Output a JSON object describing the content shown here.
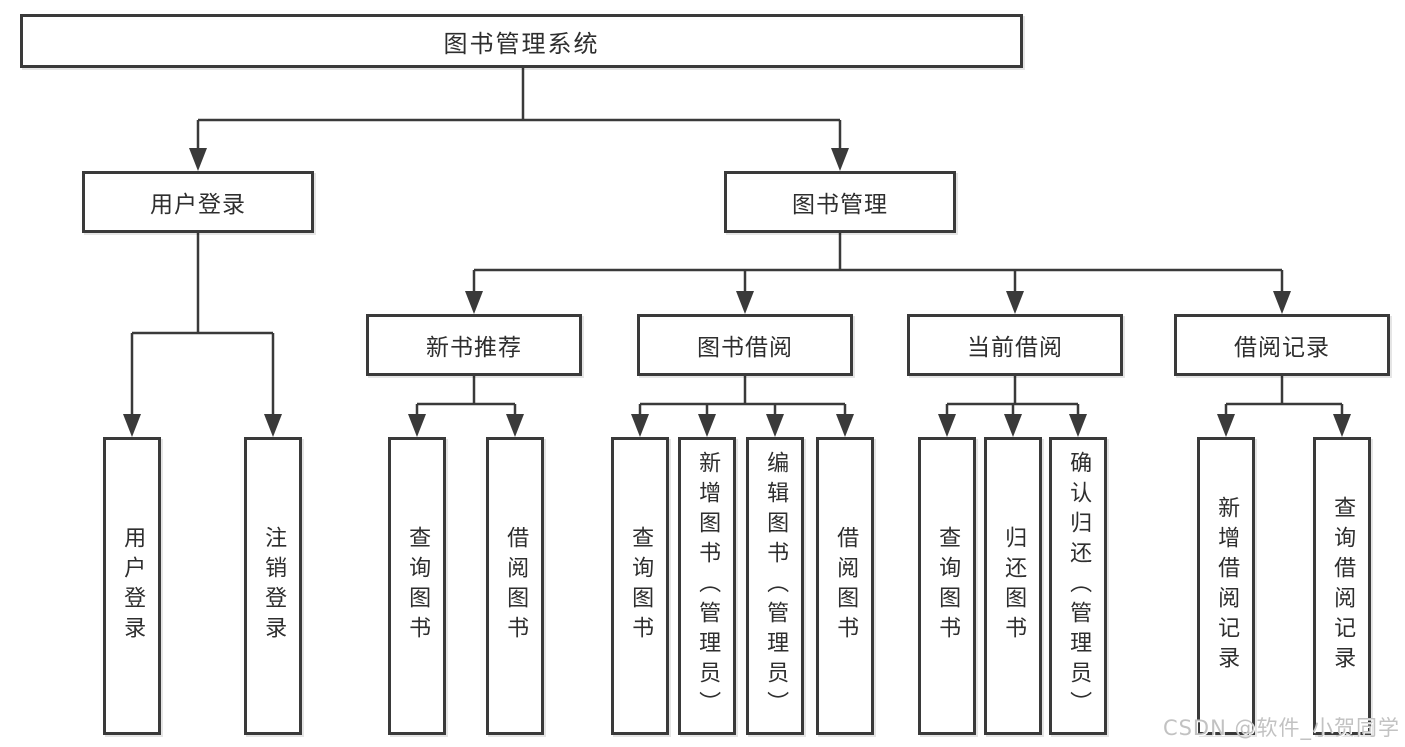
{
  "diagram_type": "hierarchy-tree",
  "colors": {
    "line": "#3a3a3a",
    "text": "#2e2e2e",
    "background": "#ffffff",
    "watermark": "#c2c2c2"
  },
  "tree": {
    "label": "图书管理系统",
    "children": [
      {
        "label": "用户登录",
        "children": [
          {
            "label": "用户登录"
          },
          {
            "label": "注销登录"
          }
        ]
      },
      {
        "label": "图书管理",
        "children": [
          {
            "label": "新书推荐",
            "children": [
              {
                "label": "查询图书"
              },
              {
                "label": "借阅图书"
              }
            ]
          },
          {
            "label": "图书借阅",
            "children": [
              {
                "label": "查询图书"
              },
              {
                "label": "新增图书（管理员）"
              },
              {
                "label": "编辑图书（管理员）"
              },
              {
                "label": "借阅图书"
              }
            ]
          },
          {
            "label": "当前借阅",
            "children": [
              {
                "label": "查询图书"
              },
              {
                "label": "归还图书"
              },
              {
                "label": "确认归还（管理员）"
              }
            ]
          },
          {
            "label": "借阅记录",
            "children": [
              {
                "label": "新增借阅记录"
              },
              {
                "label": "查询借阅记录"
              }
            ]
          }
        ]
      }
    ]
  },
  "watermark": {
    "text": "CSDN @软件_小贺同学"
  }
}
